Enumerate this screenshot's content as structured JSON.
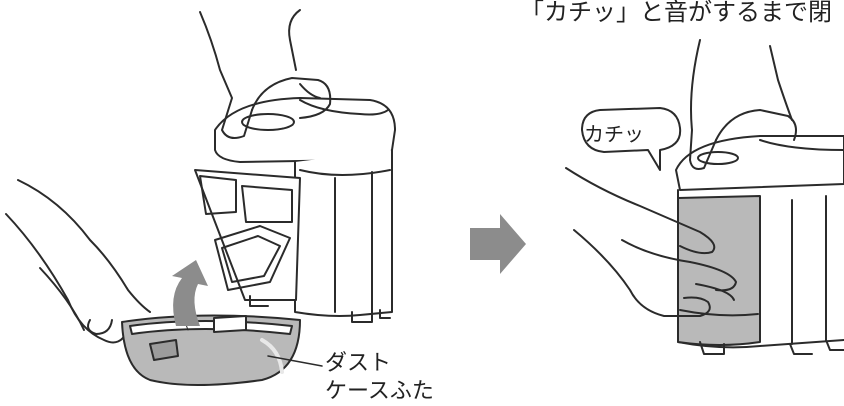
{
  "instruction_text": "「カチッ」と音がするまで閉",
  "sound_bubble_text": "カチッ",
  "part_label": {
    "line1": "ダスト",
    "line2": "ケースふた"
  },
  "colors": {
    "line": "#2b2b2b",
    "body_fill": "#ffffff",
    "case_gray": "#b9b9b9",
    "case_shadow": "#9c9c9c",
    "arrow_gray": "#8c8c8c"
  }
}
